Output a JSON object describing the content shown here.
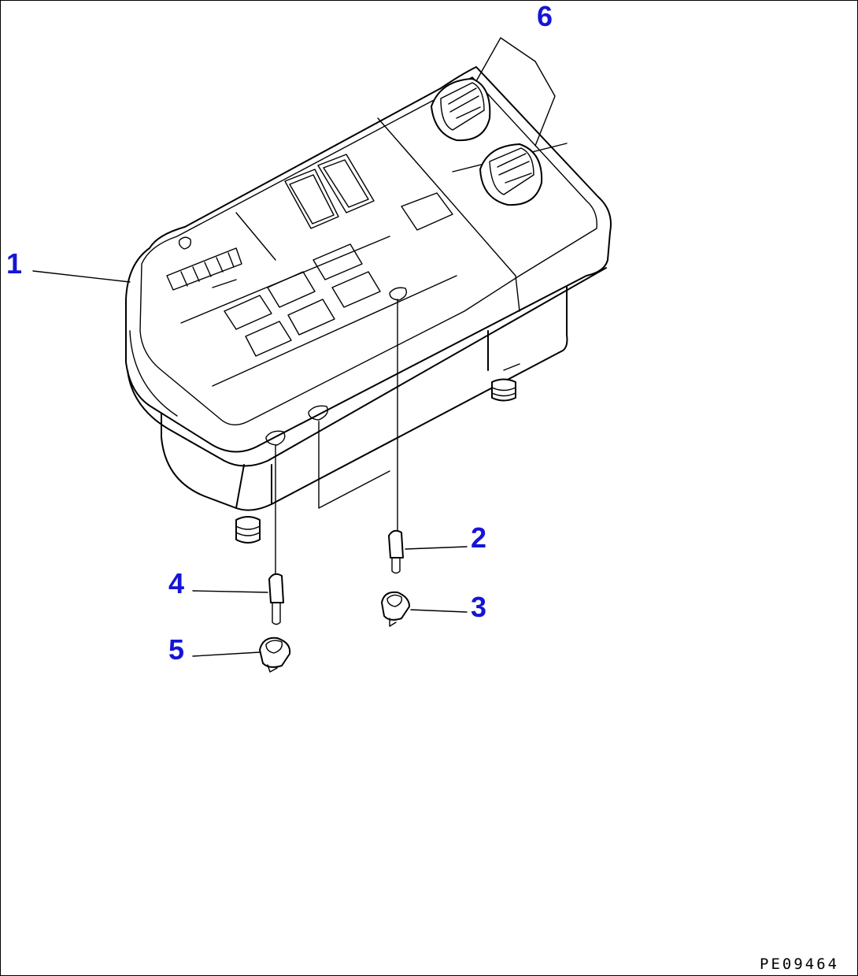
{
  "callouts": [
    {
      "id": "1",
      "label": "1"
    },
    {
      "id": "2",
      "label": "2"
    },
    {
      "id": "3",
      "label": "3"
    },
    {
      "id": "4",
      "label": "4"
    },
    {
      "id": "5",
      "label": "5"
    },
    {
      "id": "6",
      "label": "6"
    }
  ],
  "drawing_code": "PE09464",
  "colors": {
    "callout": "#1515d6",
    "line": "#000000",
    "background": "#ffffff"
  }
}
